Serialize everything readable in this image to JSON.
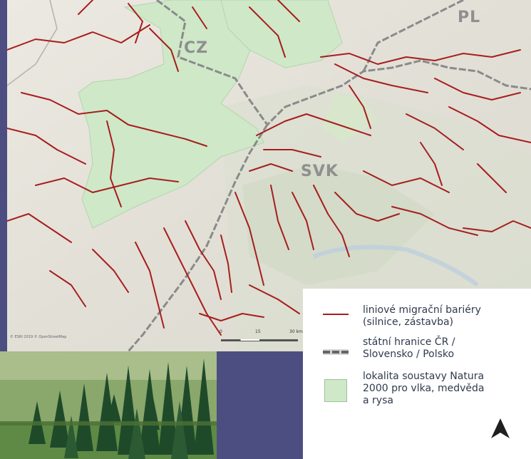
{
  "map": {
    "labels": {
      "cz": "CZ",
      "pl": "PL",
      "svk": "SVK"
    },
    "scale": {
      "zero": "0",
      "mid": "15",
      "end": "30 km"
    },
    "copyright": "© ESRI 2019 © OpenStreetMap",
    "colors": {
      "barrier": "#a61e1e",
      "natura_fill": "#cfe8c8",
      "border": "#8a8a8a"
    }
  },
  "legend": {
    "barrier_text": "liniové migrační bariéry\n(silnice, zástavba)",
    "border_text": "státní hranice ČR /\nSlovensko / Polsko",
    "natura_text": "lokalita soustavy Natura\n2000 pro vlka, medvěda\na rysa",
    "north_icon": "north-arrow-icon"
  }
}
